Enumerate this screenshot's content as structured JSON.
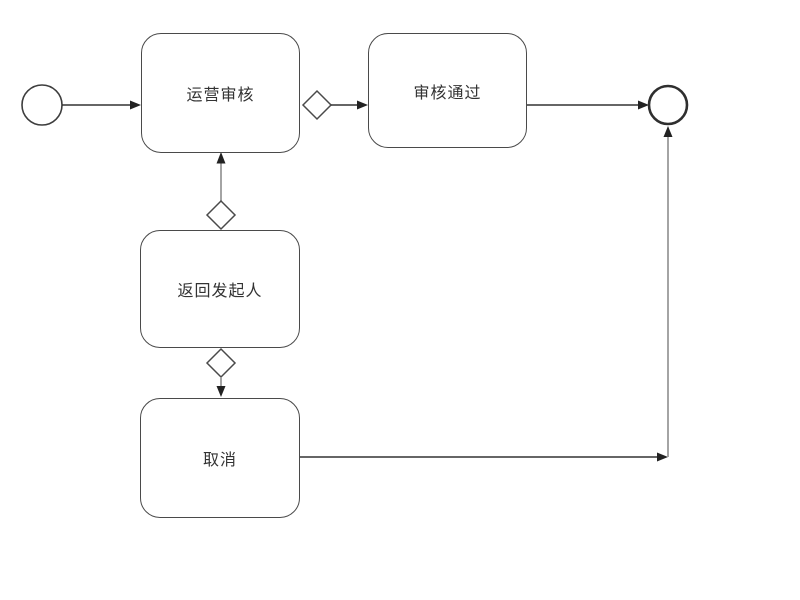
{
  "diagram": {
    "type": "bpmn-flowchart",
    "background_color": "#ffffff",
    "nodes": {
      "start_event": {
        "id": "start-event",
        "type": "start-circle",
        "label": ""
      },
      "operation_review": {
        "id": "task-operation-review",
        "type": "task",
        "label": "运营审核"
      },
      "review_passed": {
        "id": "task-review-passed",
        "type": "task",
        "label": "审核通过"
      },
      "return_initiator": {
        "id": "task-return-initiator",
        "type": "task",
        "label": "返回发起人"
      },
      "cancel": {
        "id": "task-cancel",
        "type": "task",
        "label": "取消"
      },
      "end_event": {
        "id": "end-event",
        "type": "end-circle",
        "label": ""
      },
      "gateway_top": {
        "id": "gateway-top",
        "type": "diamond",
        "label": ""
      },
      "gateway_middle": {
        "id": "gateway-middle",
        "type": "diamond",
        "label": ""
      },
      "gateway_bottom": {
        "id": "gateway-bottom",
        "type": "diamond",
        "label": ""
      }
    },
    "edges": [
      {
        "from": "start-event",
        "to": "task-operation-review"
      },
      {
        "from": "task-operation-review",
        "via": "gateway-top",
        "to": "task-review-passed"
      },
      {
        "from": "task-review-passed",
        "to": "end-event"
      },
      {
        "from": "task-return-initiator",
        "via": "gateway-middle",
        "to": "task-operation-review"
      },
      {
        "from": "task-return-initiator",
        "via": "gateway-bottom",
        "to": "task-cancel"
      },
      {
        "from": "task-cancel",
        "to": "end-event"
      }
    ],
    "colors": {
      "edge_dark": "#333333",
      "edge_gray": "#9a9a9a",
      "arrowhead": "#222222",
      "node_border": "#4a4a4a",
      "text": "#333333",
      "background": "#ffffff"
    }
  }
}
